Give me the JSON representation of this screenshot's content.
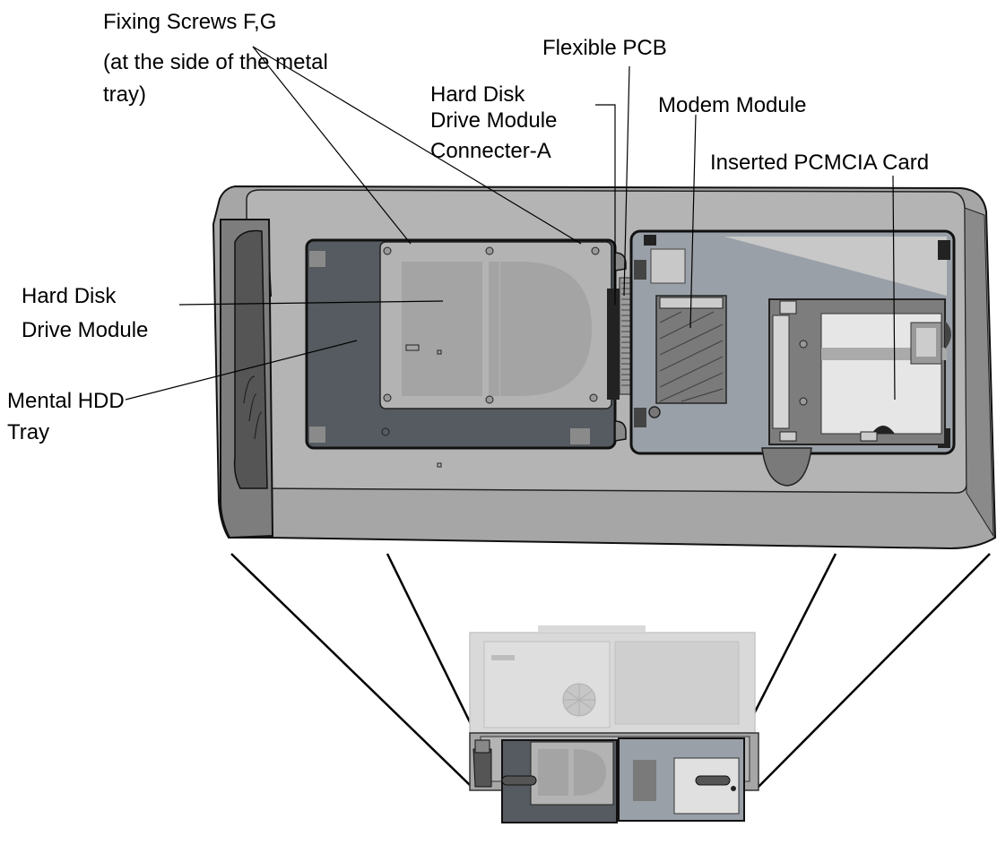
{
  "labels": {
    "fixing_screws": [
      "Fixing Screws F,G",
      "(at the side of the metal",
      "tray)"
    ],
    "flexible_pcb": "Flexible PCB",
    "hdd_connector": [
      "Hard Disk",
      "Drive Module",
      "Connecter-A"
    ],
    "modem_module": "Modem Module",
    "pcmcia_card": "Inserted PCMCIA Card",
    "hdd_module": [
      "Hard Disk",
      "Drive Module"
    ],
    "hdd_tray": [
      "Mental HDD",
      "Tray"
    ]
  },
  "colors": {
    "case": "#a6a6a6",
    "case_dark": "#8f8f8f",
    "tray": "#555b60",
    "disk": "#b3b3b3",
    "bay": "#9aa0a8",
    "faded": "#d9d9d9"
  }
}
